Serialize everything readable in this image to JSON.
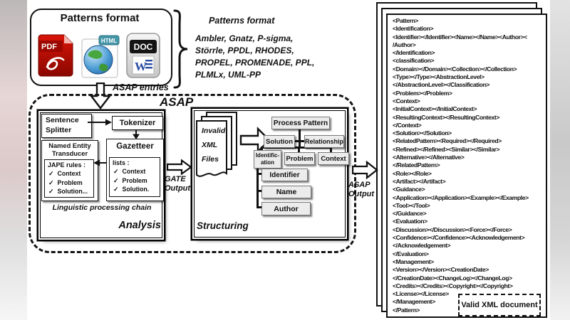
{
  "colors": {
    "pdf_red": "#c00d00",
    "pdf_dark": "#8a0700",
    "html_teal": "#4596a8",
    "doc_blue": "#2b4ea2",
    "ink": "#111111"
  },
  "icons": {
    "check": "✓"
  },
  "patterns_box": {
    "title": "Patterns format",
    "pdf_label": "PDF",
    "html_label": "HTML",
    "doc_label": "DOC",
    "doc_w": "W"
  },
  "patterns_list": {
    "title": "Patterns format",
    "lines": [
      "Ambler, Gnatz, P-sigma,",
      "Störrle, PPDL, RHODES,",
      "PROPEL, PROMENADE, PPL,",
      "PLMLx, UML-PP"
    ]
  },
  "flow": {
    "asap_entries": "ASAP entries",
    "asap_title": "ASAP",
    "gate_output_lines": [
      "GATE",
      "Output"
    ],
    "asap_output_lines": [
      "ASAP",
      "Output"
    ]
  },
  "analysis": {
    "sentence_splitter": "Sentence Splitter",
    "tokenizer": "Tokenizer",
    "named_entity_lines": [
      "Named Entity",
      "Transducer"
    ],
    "jape_rules_title": "JAPE rules :",
    "jape_rules_items": [
      "Context",
      "Problem",
      "Solution..."
    ],
    "gazetteer": "Gazetteer",
    "lists_title": "lists :",
    "lists_items": [
      "Context",
      "Problem",
      "Solution."
    ],
    "caption": "Linguistic processing chain",
    "section_label": "Analysis"
  },
  "structuring": {
    "invalid_files_lines": [
      "Invalid",
      "XML",
      "Files"
    ],
    "tree": {
      "root": "Process Pattern",
      "solution": "Solution",
      "relationship": "Relationship",
      "identification_lines": [
        "Identific-",
        "ation"
      ],
      "problem": "Problem",
      "context": "Context",
      "identifier": "Identifier",
      "name": "Name",
      "author": "Author"
    },
    "section_label": "Structuring"
  },
  "xml_document": {
    "lines": [
      "<Pattern>",
      "<Identification>",
      "<Identifier></Identifier><Name></Name><Author><",
      "/Author>",
      "</Identification>",
      "<classification>",
      "<Domain></Domain><Collection></Collection>",
      "<Type></Type><AbstractionLevel>",
      "</AbstractionLevel></Classification>",
      "<Problem></Problem>",
      "<Context>",
      "<InitialContext></InitialContext>",
      "<ResultingContext></ResultingContext>",
      "</Context>",
      "<Solution></Solution>",
      "<RelatedPattern><Required></Required>",
      "<Refined></Refined><Similar></Similar>",
      "<Alternative></Alternative>",
      "</RelatedPattern>",
      "<Role></Role>",
      "<Artifact></Artifact>",
      "<Guidance>",
      "<Application></Application><Example></Example>",
      "<Tool></Tool>",
      "</Guidance>",
      "<Evaluation>",
      "<Discussion></Discussion><Force></Force>",
      "<Confidence></Confidence><Acknowledgement>",
      "</Acknowledgement>",
      "</Evaluation>",
      "<Management>",
      "<Version></Version><CreationDate>",
      "</CreationDate><ChangeLog></ChangeLog>",
      "<Credits></Credits><Copyright></Copyright>",
      "<License></License>",
      "</Management>",
      "</Pattern>"
    ],
    "valid_label": "Valid XML document"
  }
}
